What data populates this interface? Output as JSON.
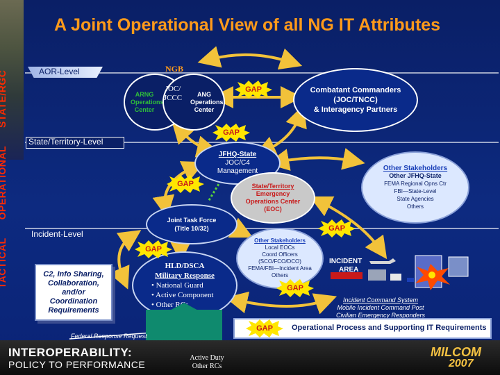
{
  "title": "A Joint Operational View of all NG IT Attributes",
  "side_label": {
    "tactical": "TACTICAL",
    "operational": "OPERATIONAL",
    "strategic": "STATE/RGC"
  },
  "levels": {
    "aor": "AOR-Level",
    "state": "State/Territory-Level",
    "incident": "Incident-Level"
  },
  "ngb": {
    "label": "NGB",
    "arng": "ARNG Operations Center",
    "joc": "JOC/ JCCC",
    "ang": "ANG Operations Center"
  },
  "combatant": {
    "line1": "Combatant Commanders",
    "line2": "(JOC/TNCC)",
    "line3": "& Interagency Partners"
  },
  "jfhq": {
    "line1": "JFHQ-State",
    "line2": "JOC/C4",
    "line3": "Management"
  },
  "eoc": {
    "line1": "State/Territory",
    "line2": "Emergency",
    "line3": "Operations Center",
    "line4": "(EOC)"
  },
  "jtf": {
    "line1": "Joint Task Force",
    "line2": "(Title 10/32)"
  },
  "hld": {
    "line1": "HLD/DSCA",
    "line2": "Military Response",
    "item1": "• National Guard",
    "item2": "• Active Component",
    "item3": "•  Other RCs"
  },
  "other_stake_right": {
    "title": "Other Stakeholders",
    "sub": "Other JFHQ-State",
    "l1": "FEMA Regional Opns Ctr",
    "l2": "FBI—State-Level",
    "l3": "State Agencies",
    "l4": "Others"
  },
  "other_stake_center": {
    "title": "Other Stakeholders",
    "l1": "Local EOCs",
    "l2": "Coord Officers",
    "l3": "(SCO/FCO/DCO)",
    "l4": "FEMA/FBI—Incident Area",
    "l5": "Others"
  },
  "gap_label": "GAP",
  "c2_box": {
    "l1": "C2, Info Sharing,",
    "l2": "Collaboration, and/or",
    "l3": "Coordination",
    "l4": "Requirements"
  },
  "incident_area": {
    "l1": "INCIDENT",
    "l2": "AREA"
  },
  "ics": {
    "l1": "Incident Command System",
    "l2": "Mobile Incident Command Post",
    "l3": "Civilian Emergency Responders"
  },
  "legend": {
    "gap": "GAP",
    "text": "Operational Process and Supporting IT Requirements"
  },
  "federal_request": "Federal Response Request",
  "active_duty": {
    "l1": "Active Duty",
    "l2": "Other RCs"
  },
  "footer": {
    "interop1": "INTEROPERABILITY:",
    "interop2": "POLICY TO PERFORMANCE",
    "milcom1": "MILCOM",
    "milcom2": "2007"
  },
  "colors": {
    "background": "#0a1f66",
    "title": "#ff9a1a",
    "gap_fill": "#ffe600",
    "gap_text": "#c81a1a",
    "arrow": "#f2c23a",
    "red_side": "#ff2a00"
  }
}
